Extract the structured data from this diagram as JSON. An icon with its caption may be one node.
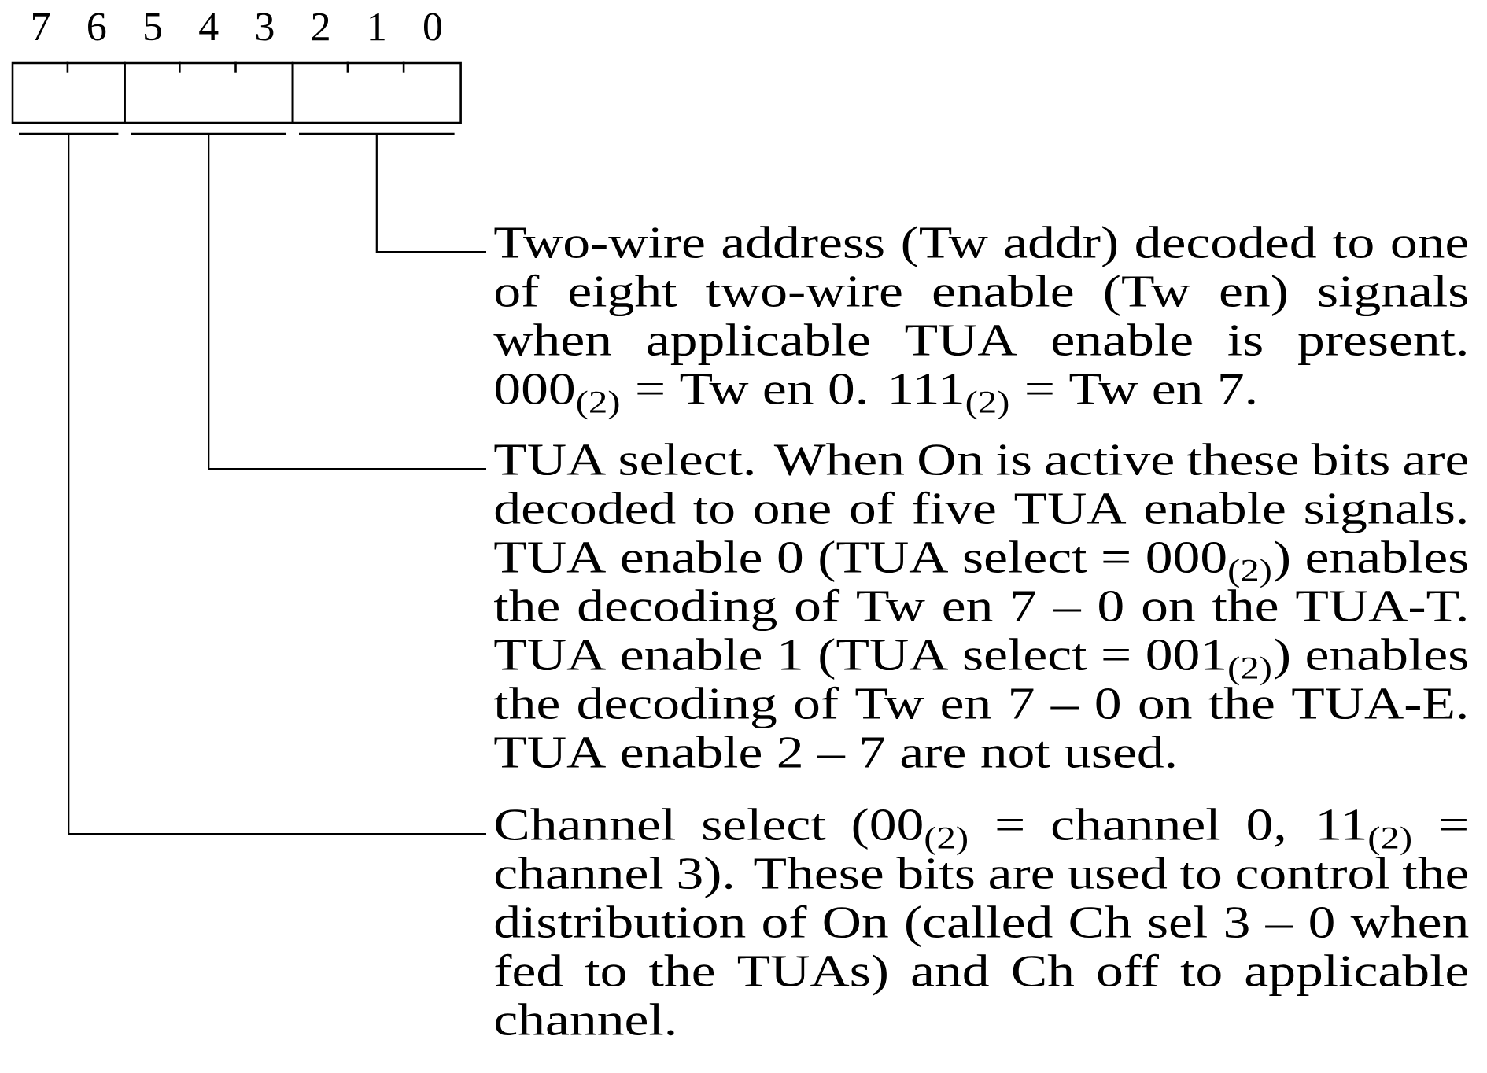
{
  "diagram": {
    "nodes": [
      {
        "text": [],
        "shape": "box"
      },
      {
        "text": [],
        "shape": "box"
      },
      {
        "text": [],
        "shape": "box"
      },
      {
        "text": [
          "Two-wire address (Tw addr) decoded to one of eight two-wire enable (Tw en) signals when applicable TUA enable is present. 000$_{(2)}$ = Tw en 0. 111$_{(2)}$ = Tw en 7."
        ]
      },
      {
        "text": [
          "TUA select. When On is active these bits are decoded to one of five TUA enable signals. TUA enable 0 (TUA select = 000$_{(2)}$) enables the decoding of Tw en 7 – 0 on the TUA-T. TUA enable 1 (TUA select = 001$_{(2)}$) enables the decoding of Tw en 7 – 0 on the TUA-E. TUA enable 2 – 7 are not used."
        ]
      },
      {
        "text": [
          "Channel select (00$_{(2)}$ = channel 0, 11$_{(2)}$ = channel 3). These bits are used to control the distribution of On (called Ch sel 3 – 0 when fed to the TUAs) and Ch off to applicable channel."
        ]
      }
    ],
    "edges": [
      {
        "from": 3,
        "to": 2,
        "arrow": "none"
      },
      {
        "from": 4,
        "to": 1,
        "arrow": "none"
      },
      {
        "from": 5,
        "to": 0,
        "arrow": "none"
      }
    ],
    "labels": [
      "7",
      "6",
      "5",
      "4",
      "3",
      "2",
      "1",
      "0"
    ]
  }
}
